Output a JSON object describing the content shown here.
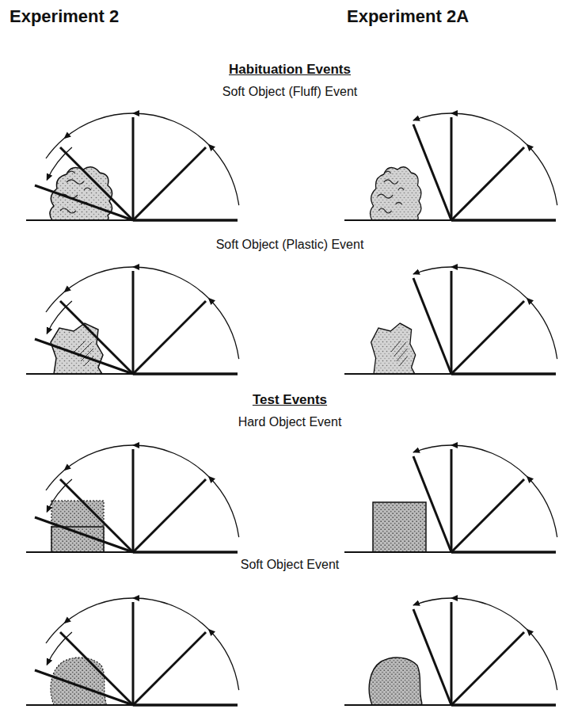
{
  "diagram": {
    "labels": [
      "Experiment 2",
      "Experiment 2A",
      "Habituation Events",
      "Soft Object (Fluff) Event",
      "Soft Object (Plastic) Event",
      "Test Events",
      "Hard Object Event",
      "Soft Object Event"
    ]
  }
}
